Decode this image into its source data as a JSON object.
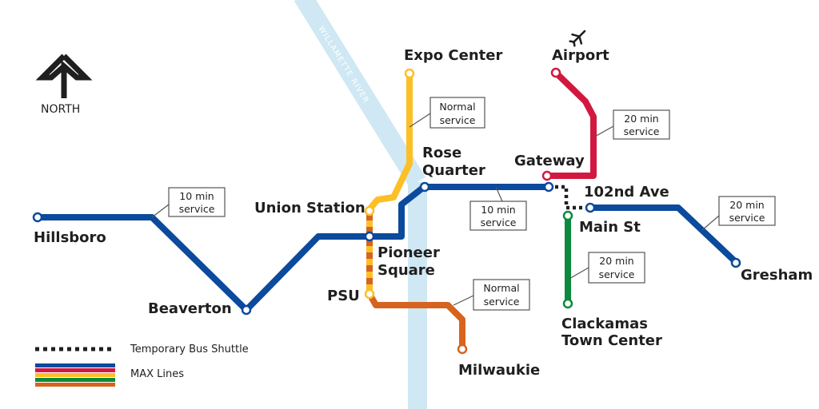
{
  "colors": {
    "blue": "#0b4a9c",
    "yellow": "#fdbf26",
    "red": "#d21840",
    "green": "#0b8a3d",
    "orange": "#d6641f",
    "river": "#cfe8f3",
    "river_text": "#ffffff",
    "shuttle": "#1f1f1f",
    "text": "#1f1f1f"
  },
  "north_label": "NORTH",
  "river_label": "WILLAMETTE RIVER",
  "airplane_icon": "airplane-icon",
  "stations": {
    "hillsboro": "Hillsboro",
    "beaverton": "Beaverton",
    "union_station": "Union Station",
    "pioneer_square_1": "Pioneer",
    "pioneer_square_2": "Square",
    "psu": "PSU",
    "expo_center": "Expo Center",
    "rose_quarter_1": "Rose",
    "rose_quarter_2": "Quarter",
    "airport": "Airport",
    "gateway": "Gateway",
    "ave_102nd": "102nd Ave",
    "main_st": "Main St",
    "gresham": "Gresham",
    "clackamas_1": "Clackamas",
    "clackamas_2": "Town Center",
    "milwaukie": "Milwaukie"
  },
  "callouts": {
    "normal_1": "Normal",
    "service": "service",
    "normal_service_expo_1": "Normal",
    "normal_service_expo_2": "service",
    "min20_airport_1": "20 min",
    "min20_airport_2": "service",
    "min10_west_1": "10 min",
    "min10_west_2": "service",
    "min10_rose_1": "10 min",
    "min10_rose_2": "service",
    "min20_gresham_1": "20 min",
    "min20_gresham_2": "service",
    "min20_green_1": "20 min",
    "min20_green_2": "service",
    "normal_milwaukie_1": "Normal",
    "normal_milwaukie_2": "service"
  },
  "legend": {
    "shuttle": "Temporary Bus Shuttle",
    "max_lines": "MAX Lines",
    "max_line_colors": [
      "#0b4a9c",
      "#d21840",
      "#fdbf26",
      "#0b8a3d",
      "#d6641f"
    ]
  }
}
